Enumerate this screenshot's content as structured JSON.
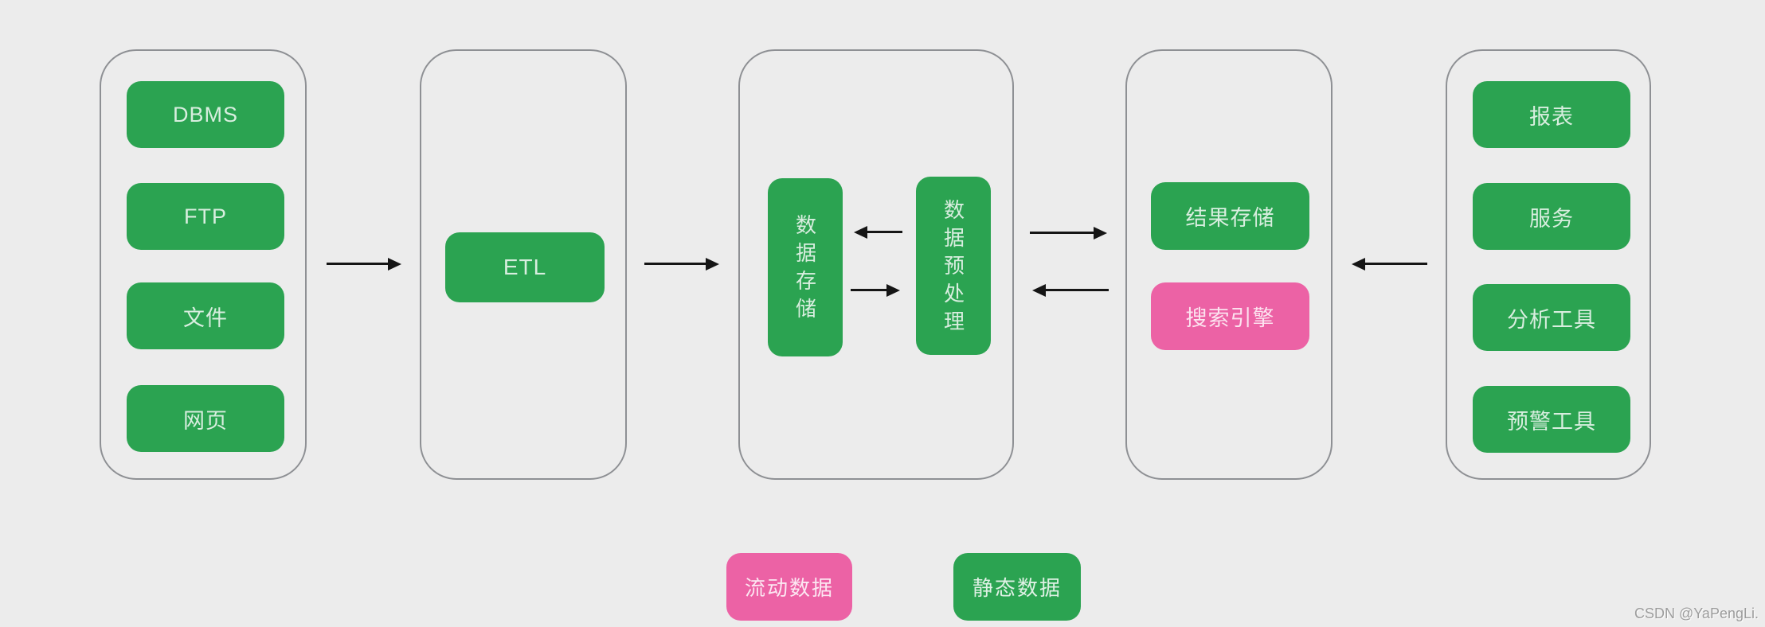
{
  "colors": {
    "green": "#2ba351",
    "pink": "#ec62a5",
    "container_border": "#8e9094",
    "arrow": "#151515",
    "background": "#ececec"
  },
  "groups": {
    "sources": {
      "items": [
        {
          "label": "DBMS"
        },
        {
          "label": "FTP"
        },
        {
          "label": "文件"
        },
        {
          "label": "网页"
        }
      ]
    },
    "etl": {
      "items": [
        {
          "label": "ETL"
        }
      ]
    },
    "storage": {
      "items": [
        {
          "label": "数据存储"
        },
        {
          "label": "数据预处理"
        }
      ]
    },
    "results": {
      "items": [
        {
          "label": "结果存储"
        },
        {
          "label": "搜索引擎"
        }
      ]
    },
    "outputs": {
      "items": [
        {
          "label": "报表"
        },
        {
          "label": "服务"
        },
        {
          "label": "分析工具"
        },
        {
          "label": "预警工具"
        }
      ]
    }
  },
  "legend": {
    "flow": {
      "label": "流动数据"
    },
    "static": {
      "label": "静态数据"
    }
  },
  "watermark": "CSDN @YaPengLi."
}
